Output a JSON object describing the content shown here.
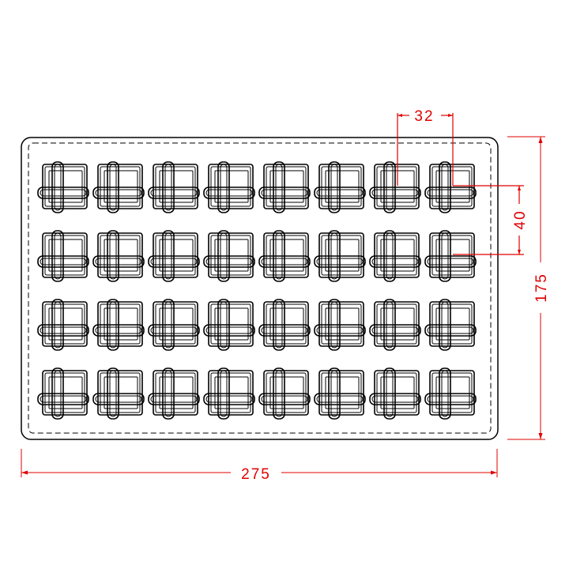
{
  "drawing": {
    "rows": 4,
    "columns": 8,
    "line_color": "#000000",
    "dimension_color": "#e00000"
  },
  "dimensions": {
    "width": "275",
    "height": "175",
    "column_pitch": "32",
    "row_pitch": "40"
  }
}
